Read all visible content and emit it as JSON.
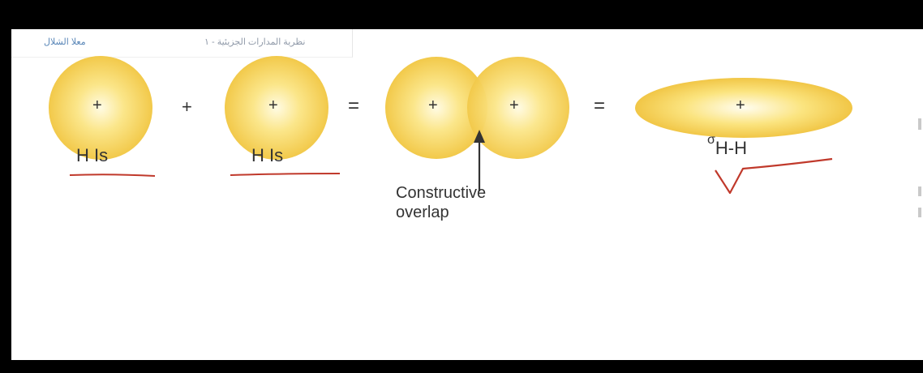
{
  "tabs": {
    "item1": "نظرية المدارات الجزيئية - ١",
    "item2": "معلا الشلال"
  },
  "diagram": {
    "plus_sign": "+",
    "equals_sign": "=",
    "atom1_label": "H Is",
    "atom2_label": "H Is",
    "overlap_line1": "Constructive",
    "overlap_line2": "overlap",
    "result_label_base": "σ",
    "result_label_sub": "H-H"
  },
  "colors": {
    "orbital_gold": "#f5d34f",
    "orbital_highlight": "#fff8d6",
    "annotation_red": "#c0392b",
    "text_dark": "#333333"
  }
}
